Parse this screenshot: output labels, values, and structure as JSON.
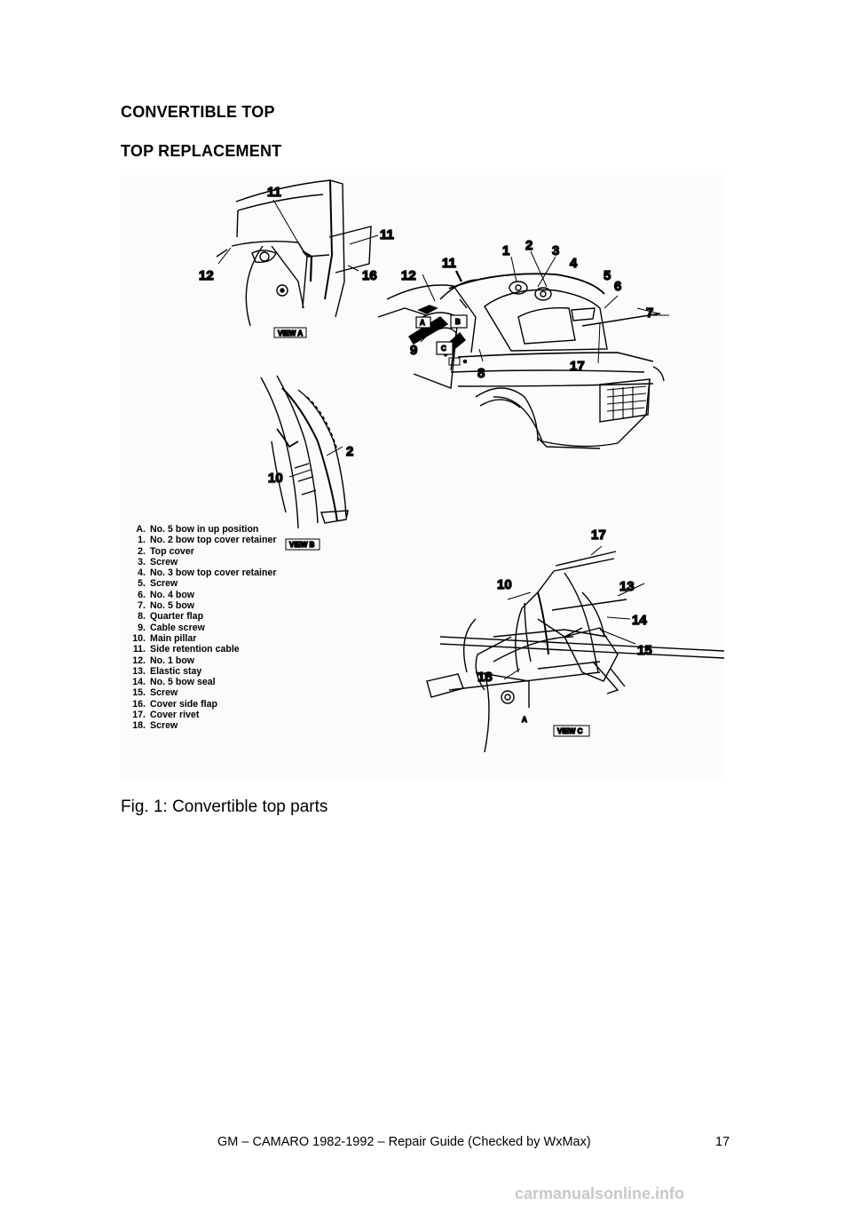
{
  "heading": "CONVERTIBLE TOP",
  "subheading": "TOP REPLACEMENT",
  "figure": {
    "view_labels": {
      "a": "VIEW A",
      "b": "VIEW B",
      "c": "VIEW C"
    },
    "callouts": {
      "va_11a": "11",
      "va_11b": "11",
      "va_12": "12",
      "va_16": "16",
      "c_11": "11",
      "c_1": "1",
      "c_2": "2",
      "c_3": "3",
      "c_4": "4",
      "c_5": "5",
      "c_6": "6",
      "c_7": "7",
      "c_12": "12",
      "c_9": "9",
      "c_8": "8",
      "c_17": "17",
      "c_A": "A",
      "c_B": "B",
      "c_C": "C",
      "vb_2": "2",
      "vb_10": "10",
      "vc_17": "17",
      "vc_10": "10",
      "vc_13": "13",
      "vc_14": "14",
      "vc_15": "15",
      "vc_18": "18",
      "vc_A": "A"
    },
    "legend": [
      {
        "key": "A.",
        "text": "No. 5 bow in up position"
      },
      {
        "key": "1.",
        "text": "No. 2 bow top cover retainer"
      },
      {
        "key": "2.",
        "text": "Top cover"
      },
      {
        "key": "3.",
        "text": "Screw"
      },
      {
        "key": "4.",
        "text": "No. 3 bow top cover retainer"
      },
      {
        "key": "5.",
        "text": "Screw"
      },
      {
        "key": "6.",
        "text": "No. 4 bow"
      },
      {
        "key": "7.",
        "text": "No. 5 bow"
      },
      {
        "key": "8.",
        "text": "Quarter flap"
      },
      {
        "key": "9.",
        "text": "Cable screw"
      },
      {
        "key": "10.",
        "text": "Main pillar"
      },
      {
        "key": "11.",
        "text": "Side retention cable"
      },
      {
        "key": "12.",
        "text": "No. 1 bow"
      },
      {
        "key": "13.",
        "text": "Elastic stay"
      },
      {
        "key": "14.",
        "text": "No. 5 bow seal"
      },
      {
        "key": "15.",
        "text": "Screw"
      },
      {
        "key": "16.",
        "text": "Cover side flap"
      },
      {
        "key": "17.",
        "text": "Cover rivet"
      },
      {
        "key": "18.",
        "text": "Screw"
      }
    ]
  },
  "caption": "Fig. 1: Convertible top parts",
  "footer": "GM – CAMARO 1982-1992 – Repair Guide (Checked by WxMax)",
  "page_number": "17",
  "watermark": "carmanualsonline.info"
}
